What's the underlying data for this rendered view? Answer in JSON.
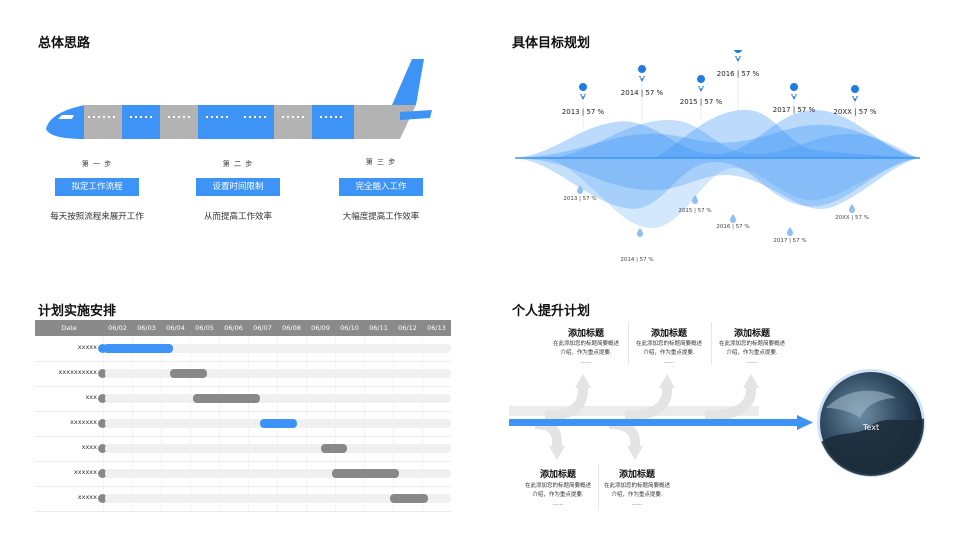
{
  "quadrants": {
    "overall": {
      "title": "总体思路",
      "steps": [
        {
          "label": "第 一 步",
          "button": "拟定工作流程",
          "desc": "每天按照流程来展开工作"
        },
        {
          "label": "第 二 步",
          "button": "设置时间限制",
          "desc": "从而提高工作效率"
        },
        {
          "label": "第 三 步",
          "button": "完全融入工作",
          "desc": "大幅度提高工作效率"
        }
      ]
    },
    "goals": {
      "title": "具体目标规划",
      "top_labels": [
        "2013 | 57 %",
        "2014 | 57 %",
        "2015 | 57 %",
        "2016 | 57 %",
        "2017 | 57 %",
        "20XX | 57 %"
      ],
      "bottom_labels": [
        "2013 | 57 %",
        "2014 | 57 %",
        "2015 | 57 %",
        "2016 | 57 %",
        "2017 | 57 %",
        "20XX | 57 %"
      ]
    },
    "plan": {
      "title": "计划实施安排",
      "header_first": "Date",
      "dates": [
        "06/02",
        "06/03",
        "06/04",
        "06/05",
        "06/06",
        "06/07",
        "06/08",
        "06/09",
        "06/10",
        "06/11",
        "06/12",
        "06/13"
      ],
      "rows": [
        {
          "label": "xxxxx",
          "start": 0,
          "end": 2.4,
          "highlight": true
        },
        {
          "label": "xxxxxxxxxx",
          "start": 2.3,
          "end": 3.6,
          "highlight": false
        },
        {
          "label": "xxx",
          "start": 3.1,
          "end": 5.4,
          "highlight": false
        },
        {
          "label": "xxxxxxx",
          "start": 5.4,
          "end": 6.7,
          "highlight": true
        },
        {
          "label": "xxxx",
          "start": 7.5,
          "end": 8.4,
          "highlight": false
        },
        {
          "label": "xxxxxx",
          "start": 7.9,
          "end": 10.2,
          "highlight": false
        },
        {
          "label": "xxxxx",
          "start": 9.9,
          "end": 11.2,
          "highlight": false
        }
      ]
    },
    "personal": {
      "title": "个人提升计划",
      "circle_text": "Text",
      "items_top": [
        {
          "title": "添加标题",
          "desc1": "在此添加您的标题简要概述",
          "desc2": "介绍，作为重点提要.",
          "dots": "……"
        },
        {
          "title": "添加标题",
          "desc1": "在此添加您的标题简要概述",
          "desc2": "介绍，作为重点提要.",
          "dots": "……"
        },
        {
          "title": "添加标题",
          "desc1": "在此添加您的标题简要概述",
          "desc2": "介绍，作为重点提要.",
          "dots": "……"
        }
      ],
      "items_bottom": [
        {
          "title": "添加标题",
          "desc1": "在此添加您的标题简要概述",
          "desc2": "介绍，作为重点提要.",
          "dots": "……"
        },
        {
          "title": "添加标题",
          "desc1": "在此添加您的标题简要概述",
          "desc2": "介绍，作为重点提要.",
          "dots": "……"
        }
      ]
    }
  },
  "colors": {
    "accent": "#3d94f6",
    "gray": "#8a8a8a",
    "light_gray": "#b3b3b3"
  }
}
